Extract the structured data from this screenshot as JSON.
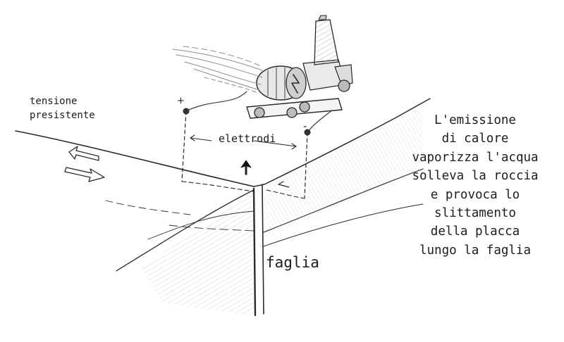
{
  "labels": {
    "stress": [
      "tensione",
      "presistente"
    ],
    "electrodes": "elettrodi",
    "fault": "faglia",
    "plus": "+",
    "minus": "-"
  },
  "caption": [
    "L'emissione",
    "di calore",
    "vaporizza l'acqua",
    "solleva la roccia",
    "e provoca lo",
    "slittamento",
    "della placca",
    "lungo la faglia"
  ],
  "colors": {
    "ink": "#1c1c1c",
    "background": "#ffffff"
  }
}
